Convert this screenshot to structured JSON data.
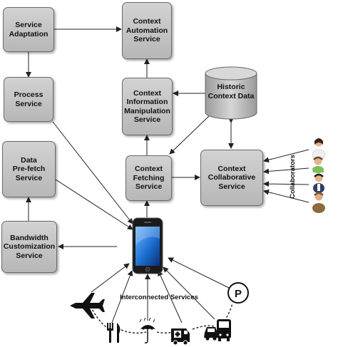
{
  "boxes": {
    "service_adaptation": "Service\nAdaptation",
    "context_automation": "Context\nAutomation\nService",
    "process_service": "Process\nService",
    "context_information": "Context\nInformation\nManipulation\nService",
    "historic_context": "Historic\nContext Data",
    "data_prefetch": "Data\nPre-fetch\nService",
    "context_fetching": "Context\nFetching\nService",
    "context_collaborative": "Context\nCollaborative\nService",
    "bandwidth": "Bandwidth\nCustomization\nService"
  },
  "labels": {
    "collaborators": "Collaborators",
    "interconnected": "Interconnected Services",
    "parking": "P"
  },
  "icons": [
    "smartphone-icon",
    "database-icon",
    "person-icon",
    "airplane-icon",
    "fork-knife-icon",
    "umbrella-weather-icon",
    "ambulance-icon",
    "car-bus-icon",
    "parking-icon"
  ]
}
